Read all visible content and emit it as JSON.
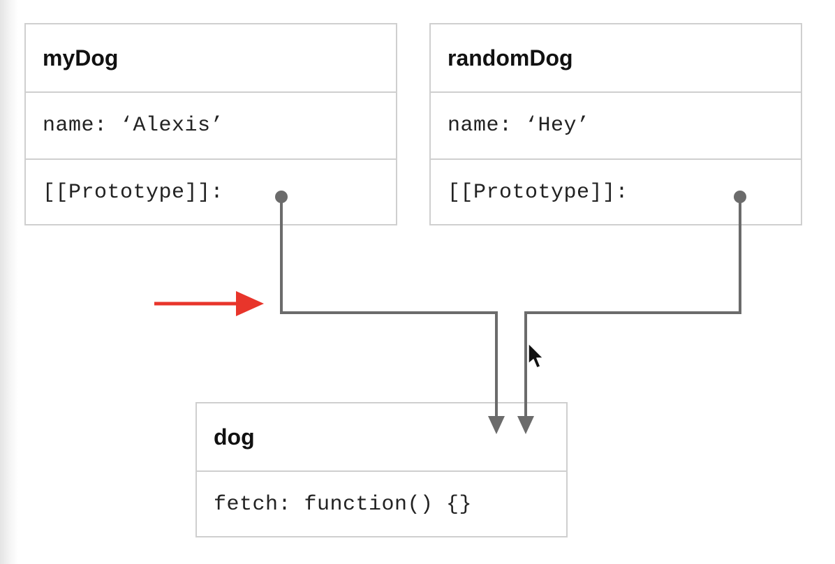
{
  "objects": {
    "myDog": {
      "title": "myDog",
      "name_row": "name: ‘Alexis’",
      "proto_row": "[[Prototype]]:"
    },
    "randomDog": {
      "title": "randomDog",
      "name_row": "name: ‘Hey’",
      "proto_row": "[[Prototype]]:"
    },
    "dog": {
      "title": "dog",
      "method_row": "fetch: function() {}"
    }
  },
  "colors": {
    "connector": "#6b6b6b",
    "highlight_arrow": "#e8352b",
    "box_border": "#cfcfcf"
  },
  "icons": [
    "red-arrow-icon",
    "mouse-cursor-icon"
  ]
}
